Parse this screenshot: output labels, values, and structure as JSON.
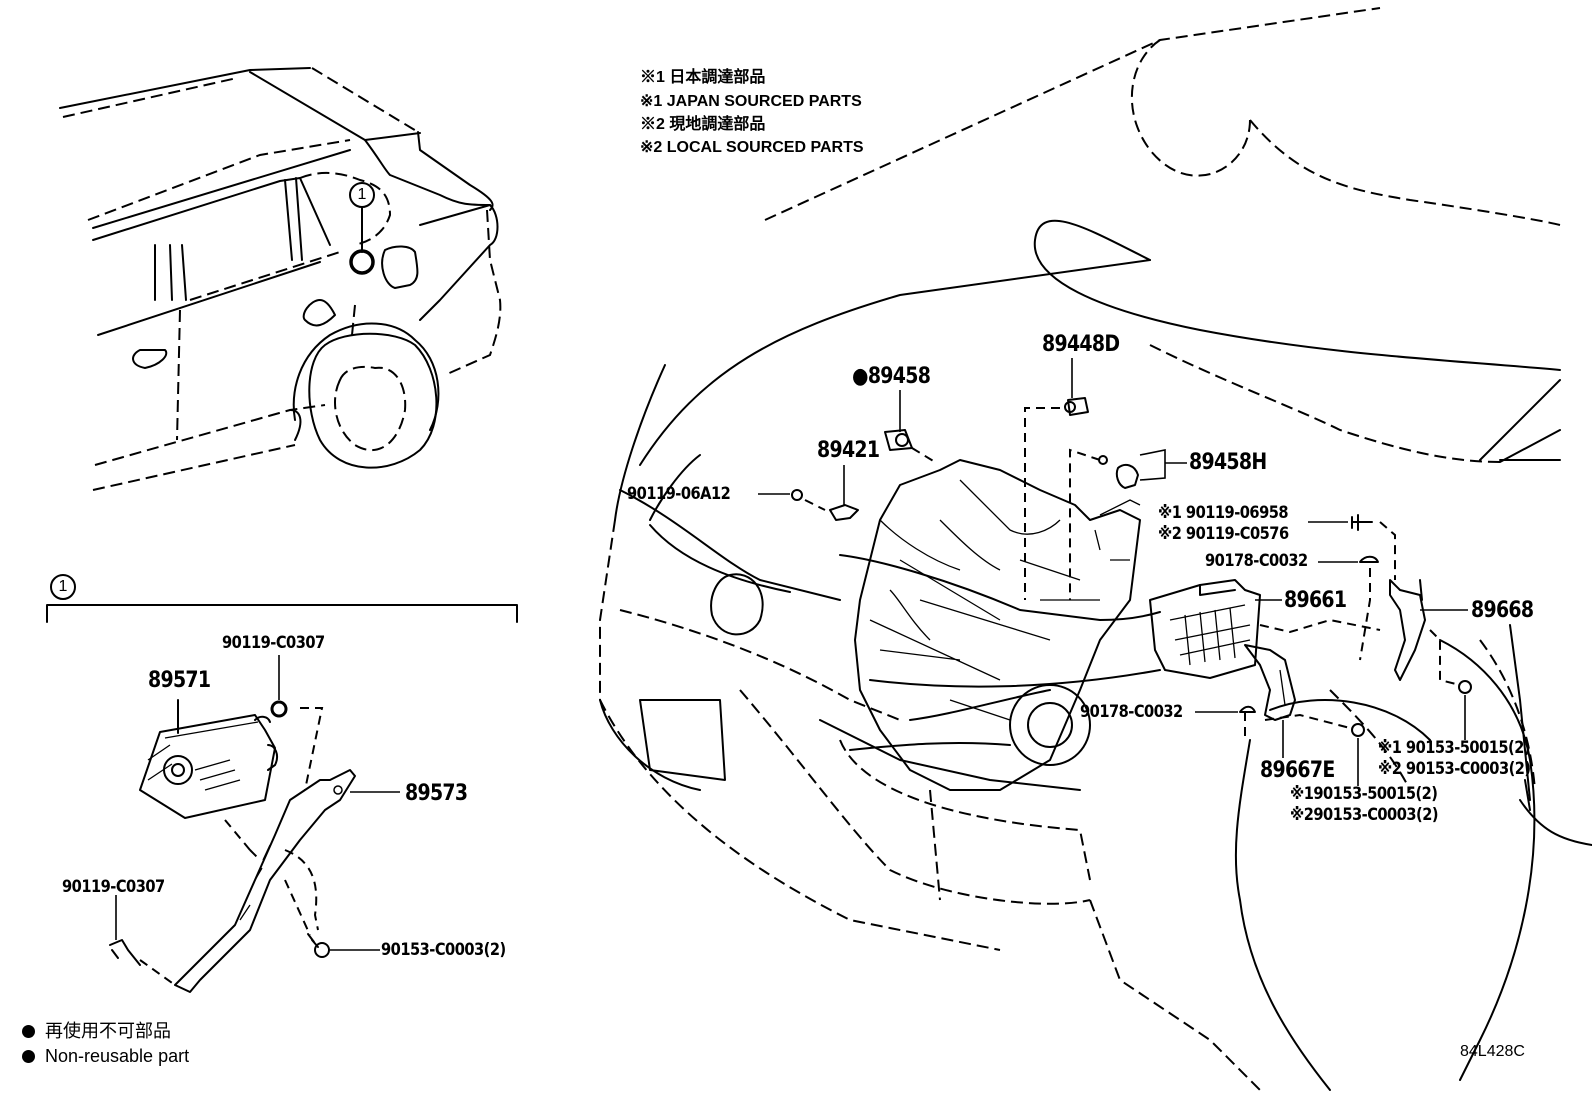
{
  "diagram": {
    "type": "parts-exploded-view",
    "figure_code": "84L428C",
    "notes": [
      {
        "mark": "※1",
        "text": "日本調達部品"
      },
      {
        "mark": "※1",
        "text": "JAPAN SOURCED PARTS"
      },
      {
        "mark": "※2",
        "text": "現地調達部品"
      },
      {
        "mark": "※2",
        "text": "LOCAL SOURCED PARTS"
      }
    ],
    "legend": [
      {
        "symbol": "filled-circle",
        "text": "再使用不可部品"
      },
      {
        "symbol": "filled-circle",
        "text": "Non-reusable part"
      }
    ],
    "callout_ref": "1",
    "detail_view": {
      "ref": "1",
      "parts": {
        "p89571": "89571",
        "p89573": "89573",
        "bolt_top": "90119-C0307",
        "bolt_bottom": "90119-C0307",
        "screw": "90153-C0003(2)"
      }
    },
    "engine_view": {
      "parts": {
        "p89458": "89458",
        "p89458_mark": "●",
        "p89448D": "89448D",
        "p89421": "89421",
        "p89458H": "89458H",
        "bolt_06A12": "90119-06A12",
        "bolt_06958": "※1 90119-06958",
        "bolt_C0576": "※2 90119-C0576",
        "nut_top": "90178-C0032",
        "nut_bottom": "90178-C0032",
        "ecu": "89661",
        "bracket_89668": "89668",
        "bracket_89667E": "89667E",
        "screw_r1": "※1 90153-50015(2)",
        "screw_r2": "※2 90153-C0003(2)",
        "screw_b1": "※190153-50015(2)",
        "screw_b2": "※290153-C0003(2)"
      }
    }
  }
}
